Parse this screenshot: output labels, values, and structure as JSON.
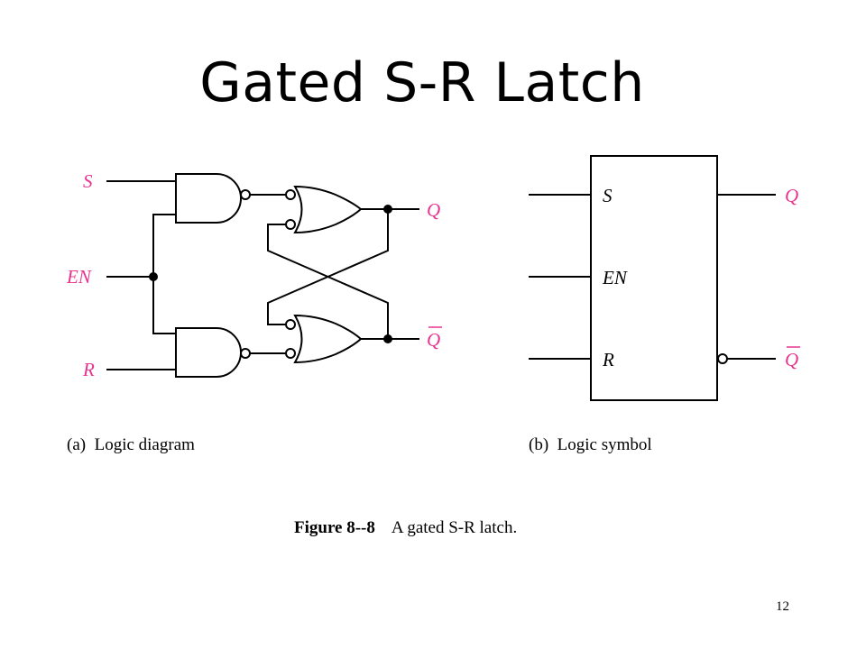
{
  "slide": {
    "title": "Gated S-R Latch",
    "page_number": "12"
  },
  "colors": {
    "signal_label": "#e8338f",
    "line": "#000000"
  },
  "logic_diagram": {
    "caption": "(a)  Logic diagram",
    "inputs": {
      "s": "S",
      "en": "EN",
      "r": "R"
    },
    "outputs": {
      "q": "Q",
      "q_not": "Q"
    }
  },
  "logic_symbol": {
    "caption": "(b)  Logic symbol",
    "pins": {
      "s": "S",
      "en": "EN",
      "r": "R"
    },
    "outputs": {
      "q": "Q",
      "q_not": "Q"
    }
  },
  "figure": {
    "number": "Figure 8--8",
    "caption": "A gated S-R latch."
  }
}
